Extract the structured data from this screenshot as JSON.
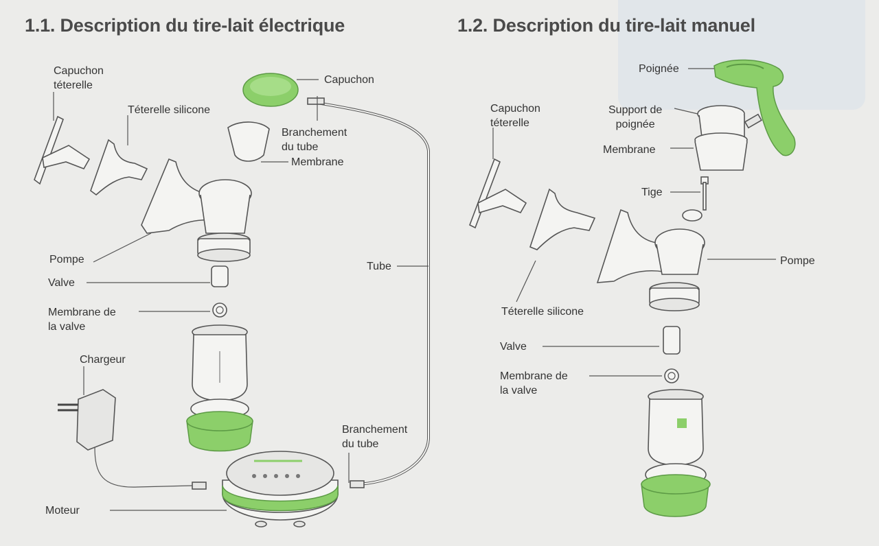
{
  "electric": {
    "title": "1.1. Description du tire-lait électrique",
    "labels": {
      "capuchon_teterelle": "Capuchon\ntéterelle",
      "teterelle_silicone": "Téterelle silicone",
      "capuchon": "Capuchon",
      "branchement_tube_top": "Branchement\ndu tube",
      "membrane": "Membrane",
      "pompe": "Pompe",
      "valve": "Valve",
      "membrane_valve": "Membrane de\nla valve",
      "tube": "Tube",
      "chargeur": "Chargeur",
      "branchement_tube_bottom": "Branchement\ndu tube",
      "moteur": "Moteur"
    }
  },
  "manual": {
    "title": "1.2. Description du tire-lait manuel",
    "labels": {
      "poignee": "Poignée",
      "support_poignee": "Support de\npoignée",
      "membrane": "Membrane",
      "capuchon_teterelle": "Capuchon\ntéterelle",
      "tige": "Tige",
      "pompe": "Pompe",
      "teterelle_silicone": "Téterelle silicone",
      "valve": "Valve",
      "membrane_valve": "Membrane de\nla valve"
    }
  },
  "colors": {
    "accent_green": "#8ccf6a",
    "line": "#555555"
  }
}
